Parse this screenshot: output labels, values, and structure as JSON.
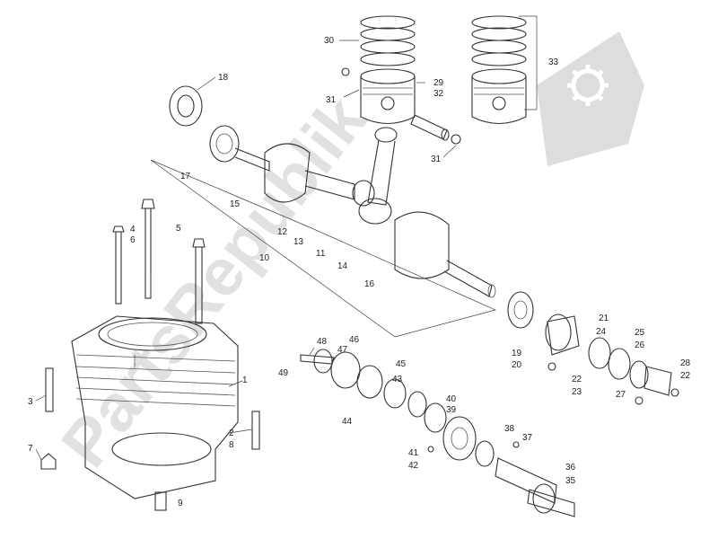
{
  "watermark": {
    "text": "PartsRepublik",
    "logo_icon": "gear-flag-icon",
    "color": "#c8c8c8"
  },
  "labels": [
    {
      "id": "l30",
      "text": "30"
    },
    {
      "id": "l33",
      "text": "33"
    },
    {
      "id": "l29",
      "text": "29"
    },
    {
      "id": "l32",
      "text": "32"
    },
    {
      "id": "l31a",
      "text": "31"
    },
    {
      "id": "l31b",
      "text": "31"
    },
    {
      "id": "l18",
      "text": "18"
    },
    {
      "id": "l17",
      "text": "17"
    },
    {
      "id": "l15",
      "text": "15"
    },
    {
      "id": "l12",
      "text": "12"
    },
    {
      "id": "l13",
      "text": "13"
    },
    {
      "id": "l11",
      "text": "11"
    },
    {
      "id": "l10",
      "text": "10"
    },
    {
      "id": "l14",
      "text": "14"
    },
    {
      "id": "l16",
      "text": "16"
    },
    {
      "id": "l4",
      "text": "4"
    },
    {
      "id": "l6",
      "text": "6"
    },
    {
      "id": "l5",
      "text": "5"
    },
    {
      "id": "l1",
      "text": "1"
    },
    {
      "id": "l3",
      "text": "3"
    },
    {
      "id": "l7",
      "text": "7"
    },
    {
      "id": "l2",
      "text": "2"
    },
    {
      "id": "l8",
      "text": "8"
    },
    {
      "id": "l9",
      "text": "9"
    },
    {
      "id": "l48",
      "text": "48"
    },
    {
      "id": "l47",
      "text": "47"
    },
    {
      "id": "l46",
      "text": "46"
    },
    {
      "id": "l49",
      "text": "49"
    },
    {
      "id": "l45",
      "text": "45"
    },
    {
      "id": "l43",
      "text": "43"
    },
    {
      "id": "l44",
      "text": "44"
    },
    {
      "id": "l40",
      "text": "40"
    },
    {
      "id": "l39",
      "text": "39"
    },
    {
      "id": "l38",
      "text": "38"
    },
    {
      "id": "l37",
      "text": "37"
    },
    {
      "id": "l41",
      "text": "41"
    },
    {
      "id": "l42",
      "text": "42"
    },
    {
      "id": "l36",
      "text": "36"
    },
    {
      "id": "l35",
      "text": "35"
    },
    {
      "id": "l19",
      "text": "19"
    },
    {
      "id": "l20",
      "text": "20"
    },
    {
      "id": "l21",
      "text": "21"
    },
    {
      "id": "l24",
      "text": "24"
    },
    {
      "id": "l25",
      "text": "25"
    },
    {
      "id": "l26",
      "text": "26"
    },
    {
      "id": "l22a",
      "text": "22"
    },
    {
      "id": "l23",
      "text": "23"
    },
    {
      "id": "l27",
      "text": "27"
    },
    {
      "id": "l28",
      "text": "28"
    },
    {
      "id": "l22b",
      "text": "22"
    }
  ]
}
